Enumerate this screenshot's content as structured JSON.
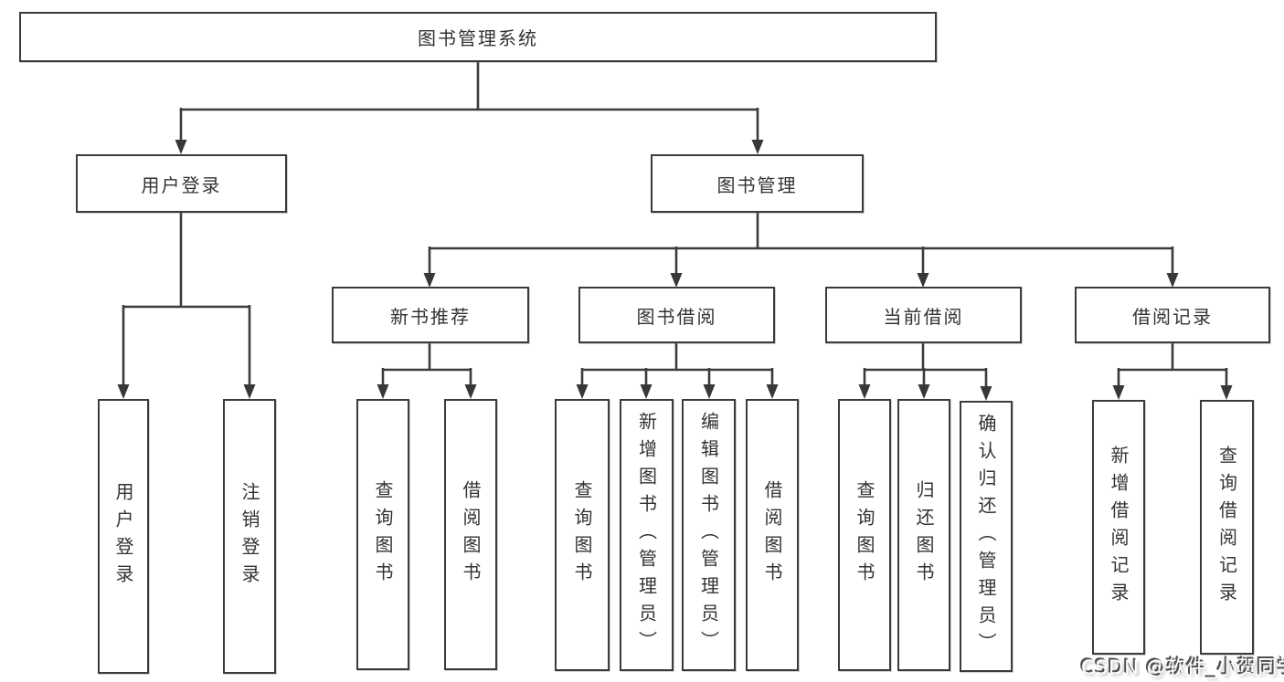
{
  "colors": {
    "line": "#3b3b3b",
    "box_border": "#3b3b3b",
    "text": "#333333",
    "watermark_text": "#ffffff"
  },
  "watermark": {
    "text": "CSDN @软件_小贺同学"
  },
  "tree": {
    "root": "图书管理系统",
    "branches": [
      {
        "label": "用户登录",
        "children": [
          "用户登录",
          "注销登录"
        ]
      },
      {
        "label": "图书管理",
        "children": [
          {
            "label": "新书推荐",
            "children": [
              "查询图书",
              "借阅图书"
            ]
          },
          {
            "label": "图书借阅",
            "children": [
              "查询图书",
              "新增图书（管理员）",
              "编辑图书（管理员）",
              "借阅图书"
            ]
          },
          {
            "label": "当前借阅",
            "children": [
              "查询图书",
              "归还图书",
              "确认归还（管理员）"
            ]
          },
          {
            "label": "借阅记录",
            "children": [
              "新增借阅记录",
              "查询借阅记录"
            ]
          }
        ]
      }
    ]
  }
}
